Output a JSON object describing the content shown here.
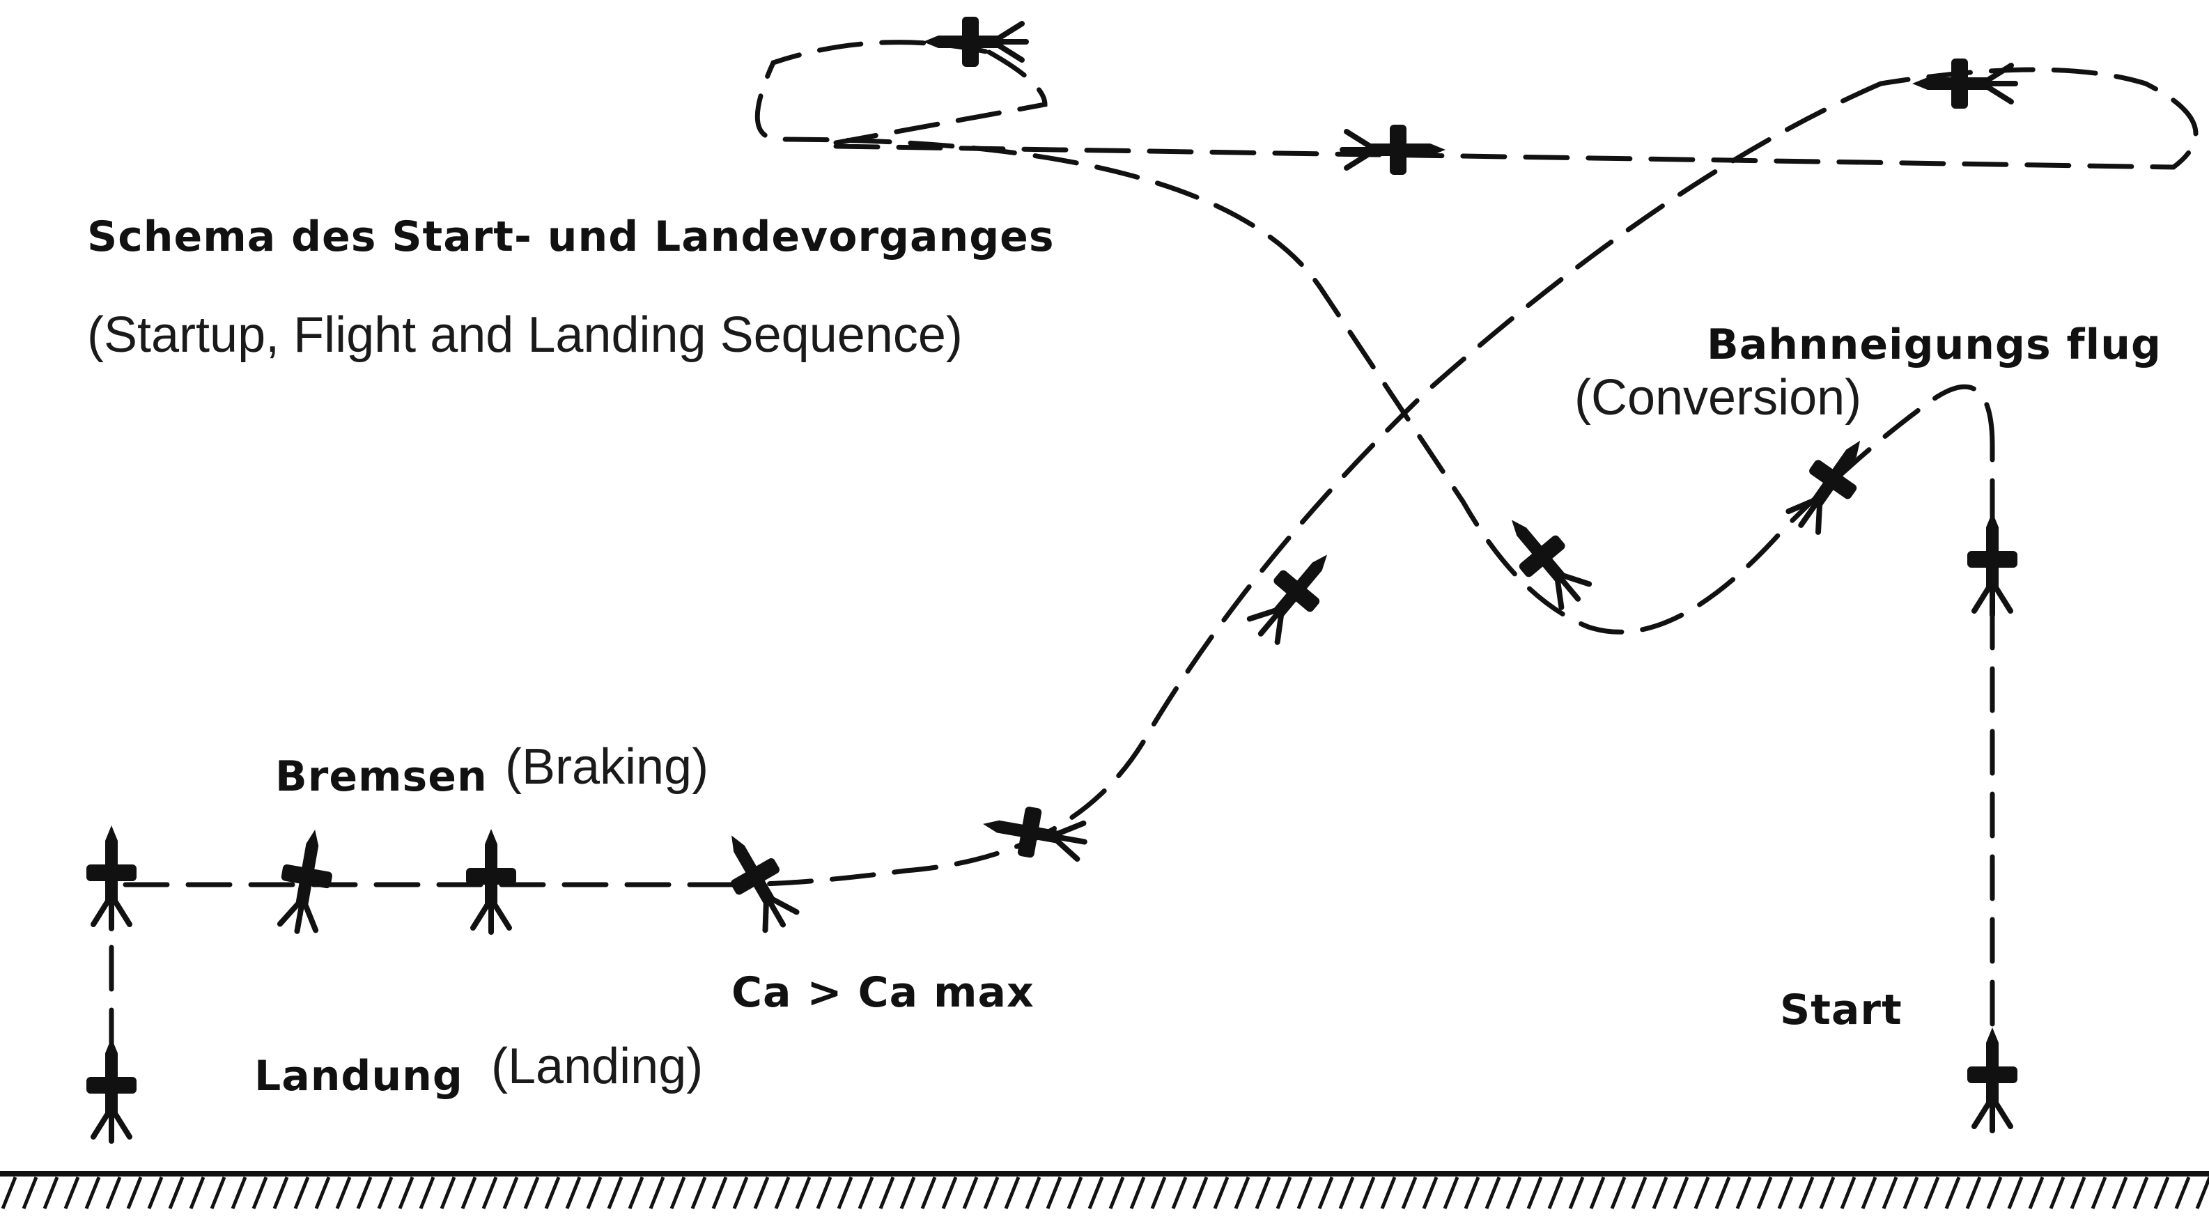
{
  "diagram": {
    "title_de": "Schema des Start- und Landevorganges",
    "title_en": "(Startup, Flight and Landing Sequence)",
    "conversion_de": "Bahnneigungs flug",
    "conversion_en": "(Conversion)",
    "braking_de": "Bremsen",
    "braking_en": "(Braking)",
    "ca_label": "Ca > Ca max",
    "landing_de": "Landung",
    "landing_en": "(Landing)",
    "start_label": "Start"
  }
}
